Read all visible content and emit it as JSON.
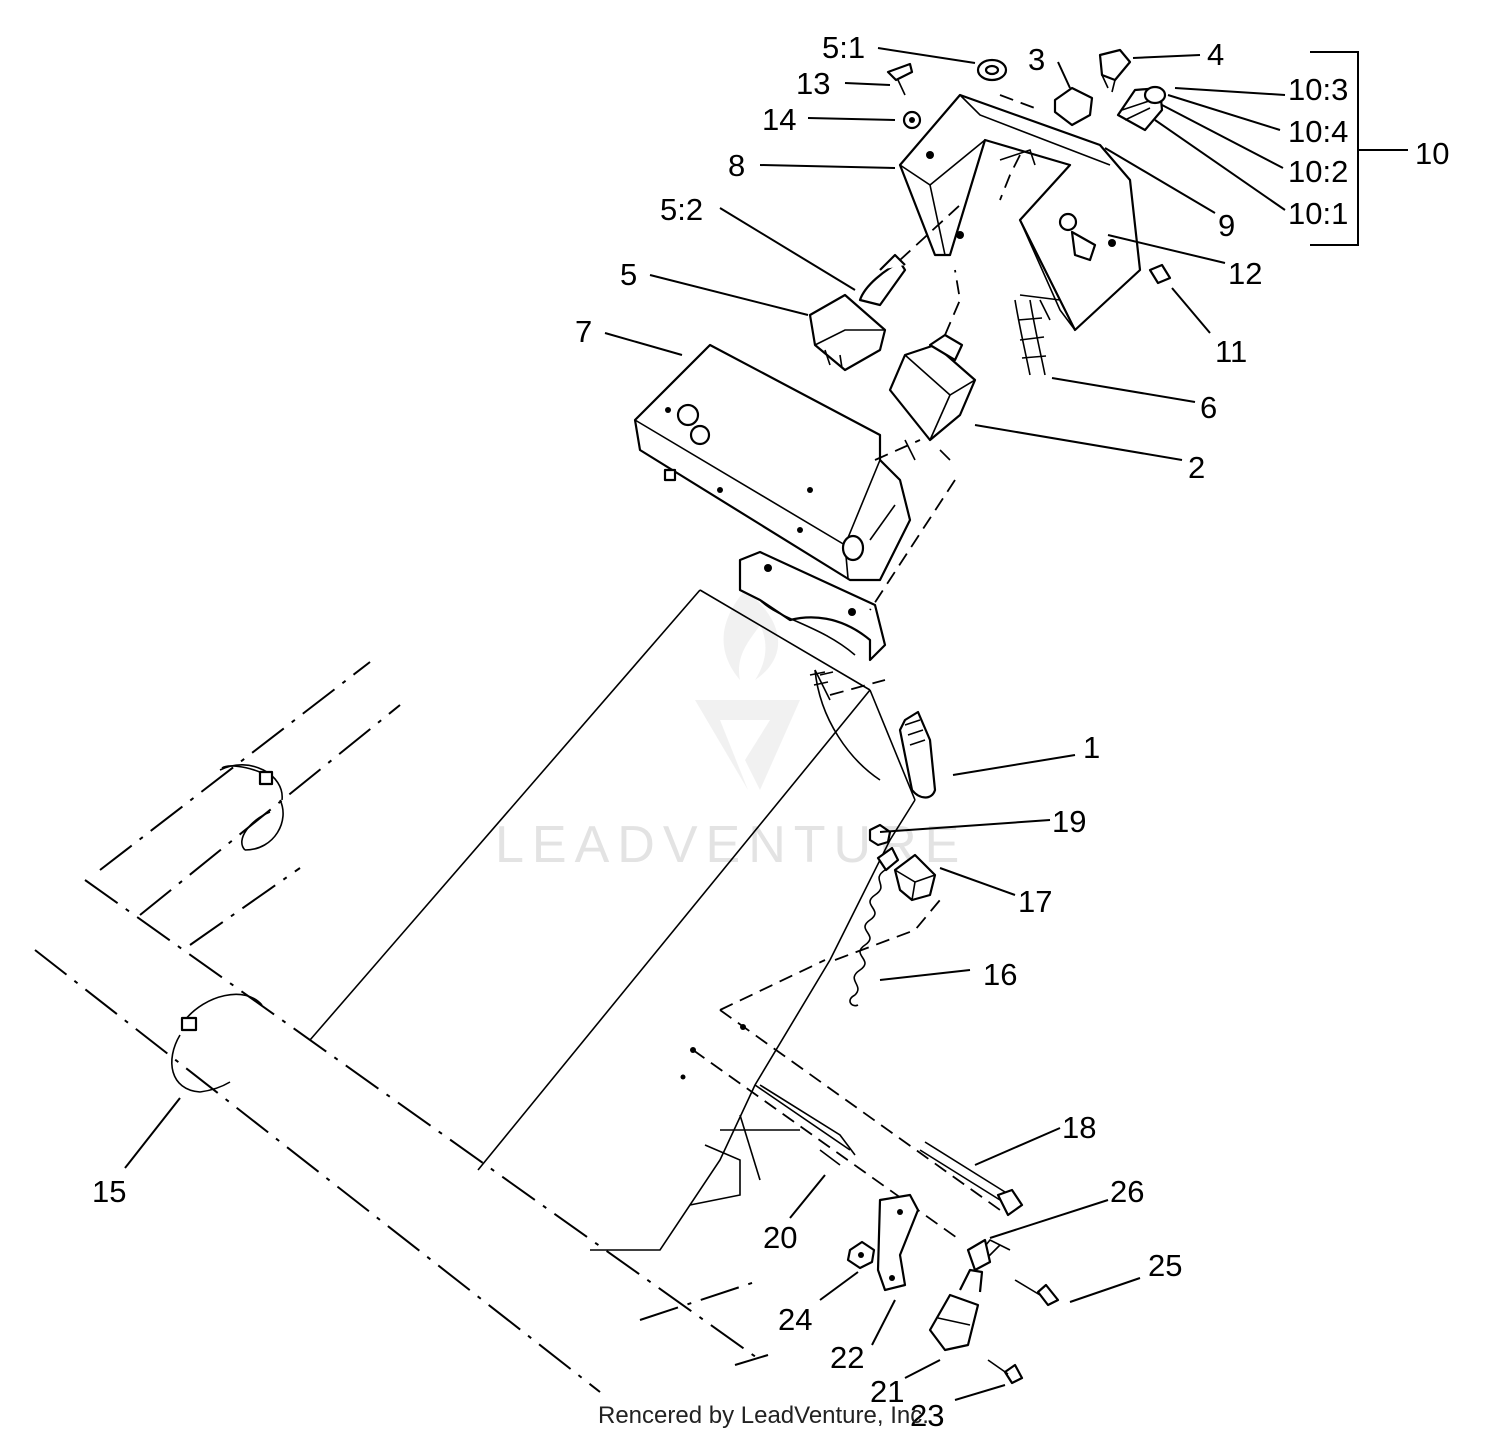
{
  "watermark": "LEADVENTURE",
  "footer": "Rencered by LeadVenture, Inc.",
  "labels": {
    "p5_1": "5:1",
    "p13": "13",
    "p14": "14",
    "p8": "8",
    "p5_2": "5:2",
    "p5": "5",
    "p7": "7",
    "p3": "3",
    "p4": "4",
    "p10_3": "10:3",
    "p10_4": "10:4",
    "p10_2": "10:2",
    "p10_1": "10:1",
    "p10": "10",
    "p9": "9",
    "p12": "12",
    "p11": "11",
    "p6": "6",
    "p2": "2",
    "p1": "1",
    "p19": "19",
    "p17": "17",
    "p16": "16",
    "p18": "18",
    "p26": "26",
    "p25": "25",
    "p15": "15",
    "p20": "20",
    "p24": "24",
    "p22": "22",
    "p21": "21",
    "p23": "23"
  }
}
